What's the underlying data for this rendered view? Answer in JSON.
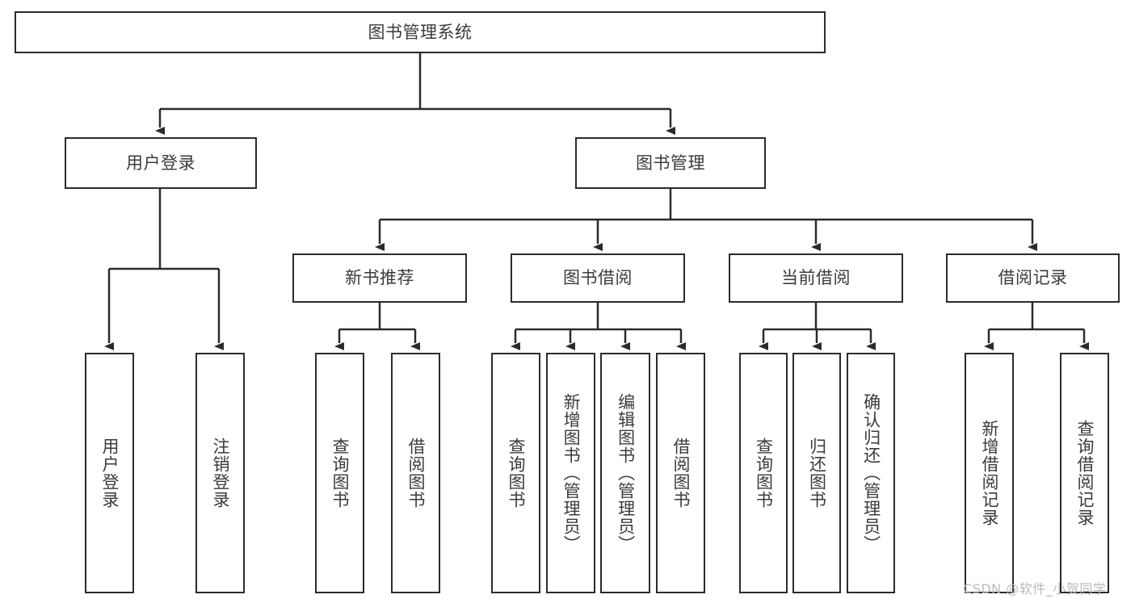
{
  "diagram": {
    "title": "图书管理系统",
    "type": "tree-hierarchy",
    "watermark": "CSDN @软件_小贺同学",
    "colors": {
      "border": "#2b2b2b",
      "text": "#3b3b3b",
      "background": "#ffffff",
      "edge": "#2b2b2b",
      "watermark": "#b9b9b9"
    },
    "root": {
      "label": "图书管理系统"
    },
    "level2": [
      {
        "label": "用户登录"
      },
      {
        "label": "图书管理"
      }
    ],
    "level3": [
      {
        "label": "新书推荐"
      },
      {
        "label": "图书借阅"
      },
      {
        "label": "当前借阅"
      },
      {
        "label": "借阅记录"
      }
    ],
    "leaves": {
      "user_login": [
        {
          "label": "用户登录"
        },
        {
          "label": "注销登录"
        }
      ],
      "new_book_recommend": [
        {
          "label": "查询图书"
        },
        {
          "label": "借阅图书"
        }
      ],
      "book_borrow": [
        {
          "label": "查询图书"
        },
        {
          "label": "新增图书（管理员）"
        },
        {
          "label": "编辑图书（管理员）"
        },
        {
          "label": "借阅图书"
        }
      ],
      "current_borrow": [
        {
          "label": "查询图书"
        },
        {
          "label": "归还图书"
        },
        {
          "label": "确认归还（管理员）"
        }
      ],
      "borrow_record": [
        {
          "label": "新增借阅记录"
        },
        {
          "label": "查询借阅记录"
        }
      ]
    }
  }
}
